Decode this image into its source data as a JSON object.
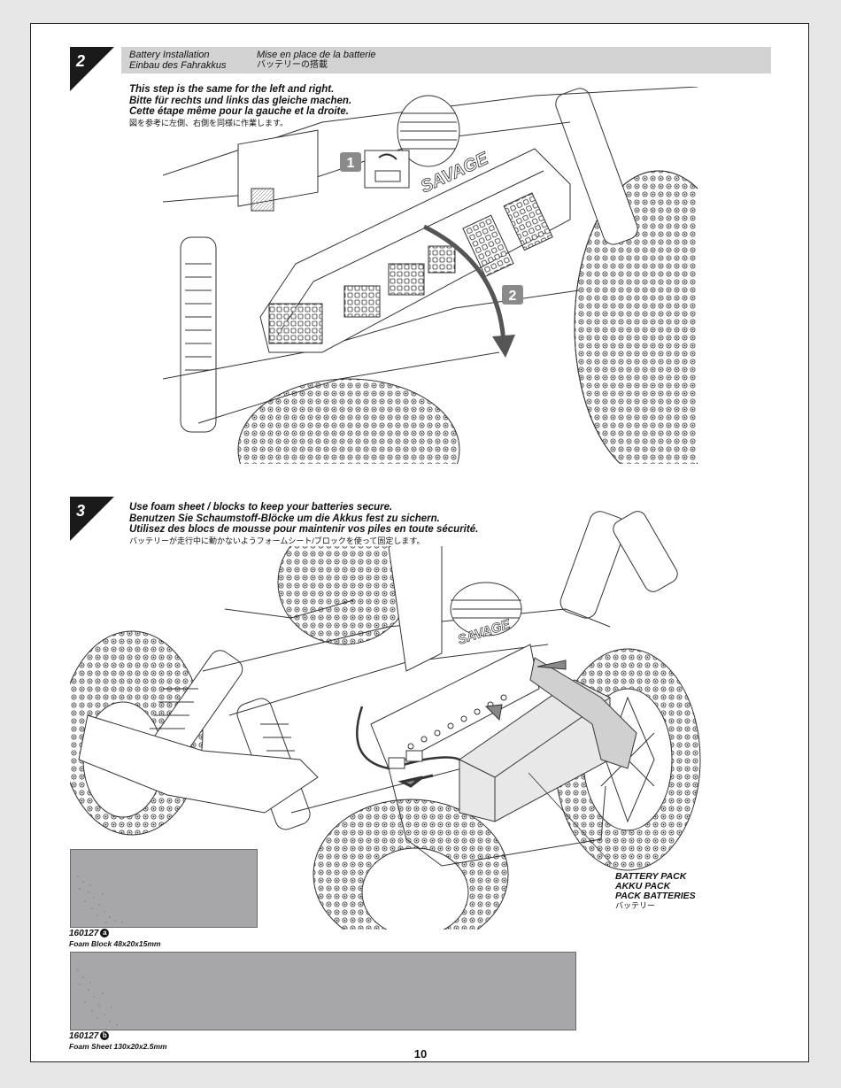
{
  "step2": {
    "number": "2",
    "title_en": "Battery Installation",
    "title_de": "Einbau des Fahrakkus",
    "title_fr": "Mise en place de la batterie",
    "title_jp": "バッテリーの搭載",
    "instructions": [
      "This step is the same for the left and right.",
      "Bitte für rechts und links das gleiche machen.",
      "Cette étape même pour la gauche et la droite.",
      "図を参考に左側、右側を同様に作業します。"
    ],
    "callout_1": "1",
    "callout_2": "2",
    "brand_text": "SAVAGE"
  },
  "step3": {
    "number": "3",
    "instructions": [
      "Use foam sheet / blocks to keep your batteries secure.",
      "Benutzen Sie Schaumstoff-Blöcke um die Akkus fest zu sichern.",
      "Utilisez des blocs de mousse pour maintenir vos piles en toute sécurité.",
      "バッテリーが走行中に動かないようフォームシート/ブロックを使って固定します。"
    ],
    "brand_text": "SAVAGE",
    "battery_label": [
      "BATTERY PACK",
      "AKKU PACK",
      "PACK BATTERIES",
      "バッテリー"
    ]
  },
  "parts": [
    {
      "part_no": "160127",
      "badge": "a",
      "desc": "Foam Block 48x20x15mm"
    },
    {
      "part_no": "160127",
      "badge": "b",
      "desc": "Foam Sheet 130x20x2.5mm"
    }
  ],
  "page_number": "10",
  "colors": {
    "header_bar": "#d2d2d2",
    "foam": "#a7a7a9",
    "callout_box": "#8a8a8a",
    "step_triangle": "#1a1a1a"
  }
}
